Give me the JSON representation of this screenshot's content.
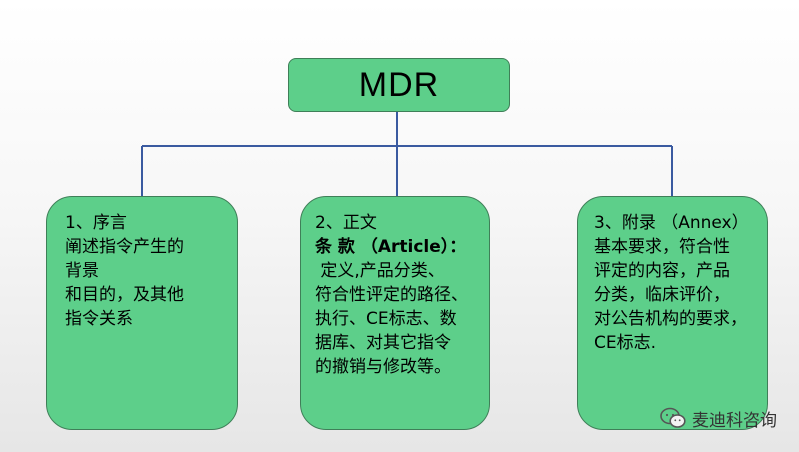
{
  "root": {
    "label": "MDR"
  },
  "children": [
    {
      "lines": [
        "1、序言",
        "阐述指令产生的",
        "背景",
        "和目的，及其他",
        "指令关系"
      ]
    },
    {
      "heading": "2、正文",
      "subheading": "条 款 （Article）：",
      "lines": [
        " 定义,产品分类、",
        "符合性评定的路径、",
        "执行、CE标志、数",
        "据库、对其它指令",
        "的撤销与修改等。"
      ]
    },
    {
      "heading": "3、附录 （Annex）",
      "lines": [
        "基本要求，符合性",
        "评定的内容，产品",
        "分类，临床评价，",
        "对公告机构的要求，",
        "CE标志."
      ]
    }
  ],
  "watermark": {
    "icon": "wechat-icon",
    "text": "麦迪科咨询"
  },
  "colors": {
    "node_fill": "#5dcf8a",
    "node_border": "#3f7f58",
    "connector": "#3a5aa0"
  }
}
